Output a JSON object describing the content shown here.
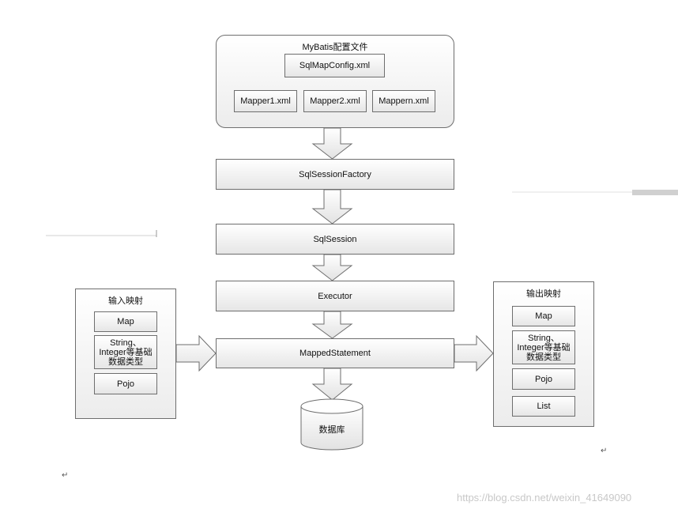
{
  "config_panel": {
    "title": "MyBatis配置文件",
    "main_file": "SqlMapConfig.xml",
    "mappers": [
      "Mapper1.xml",
      "Mapper2.xml",
      "Mappern.xml"
    ]
  },
  "flow": {
    "factory": "SqlSessionFactory",
    "session": "SqlSession",
    "executor": "Executor",
    "mapped_statement": "MappedStatement",
    "database": "数据库"
  },
  "input_mapping": {
    "title": "输入映射",
    "items": [
      "Map",
      "String、\nInteger等基础\n数据类型",
      "Pojo"
    ]
  },
  "output_mapping": {
    "title": "输出映射",
    "items": [
      "Map",
      "String、\nInteger等基础\n数据类型",
      "Pojo",
      "List"
    ]
  },
  "marks": {
    "return_symbol_1": "↵",
    "return_symbol_2": "↵"
  },
  "watermark": "https://blog.csdn.net/weixin_41649090"
}
